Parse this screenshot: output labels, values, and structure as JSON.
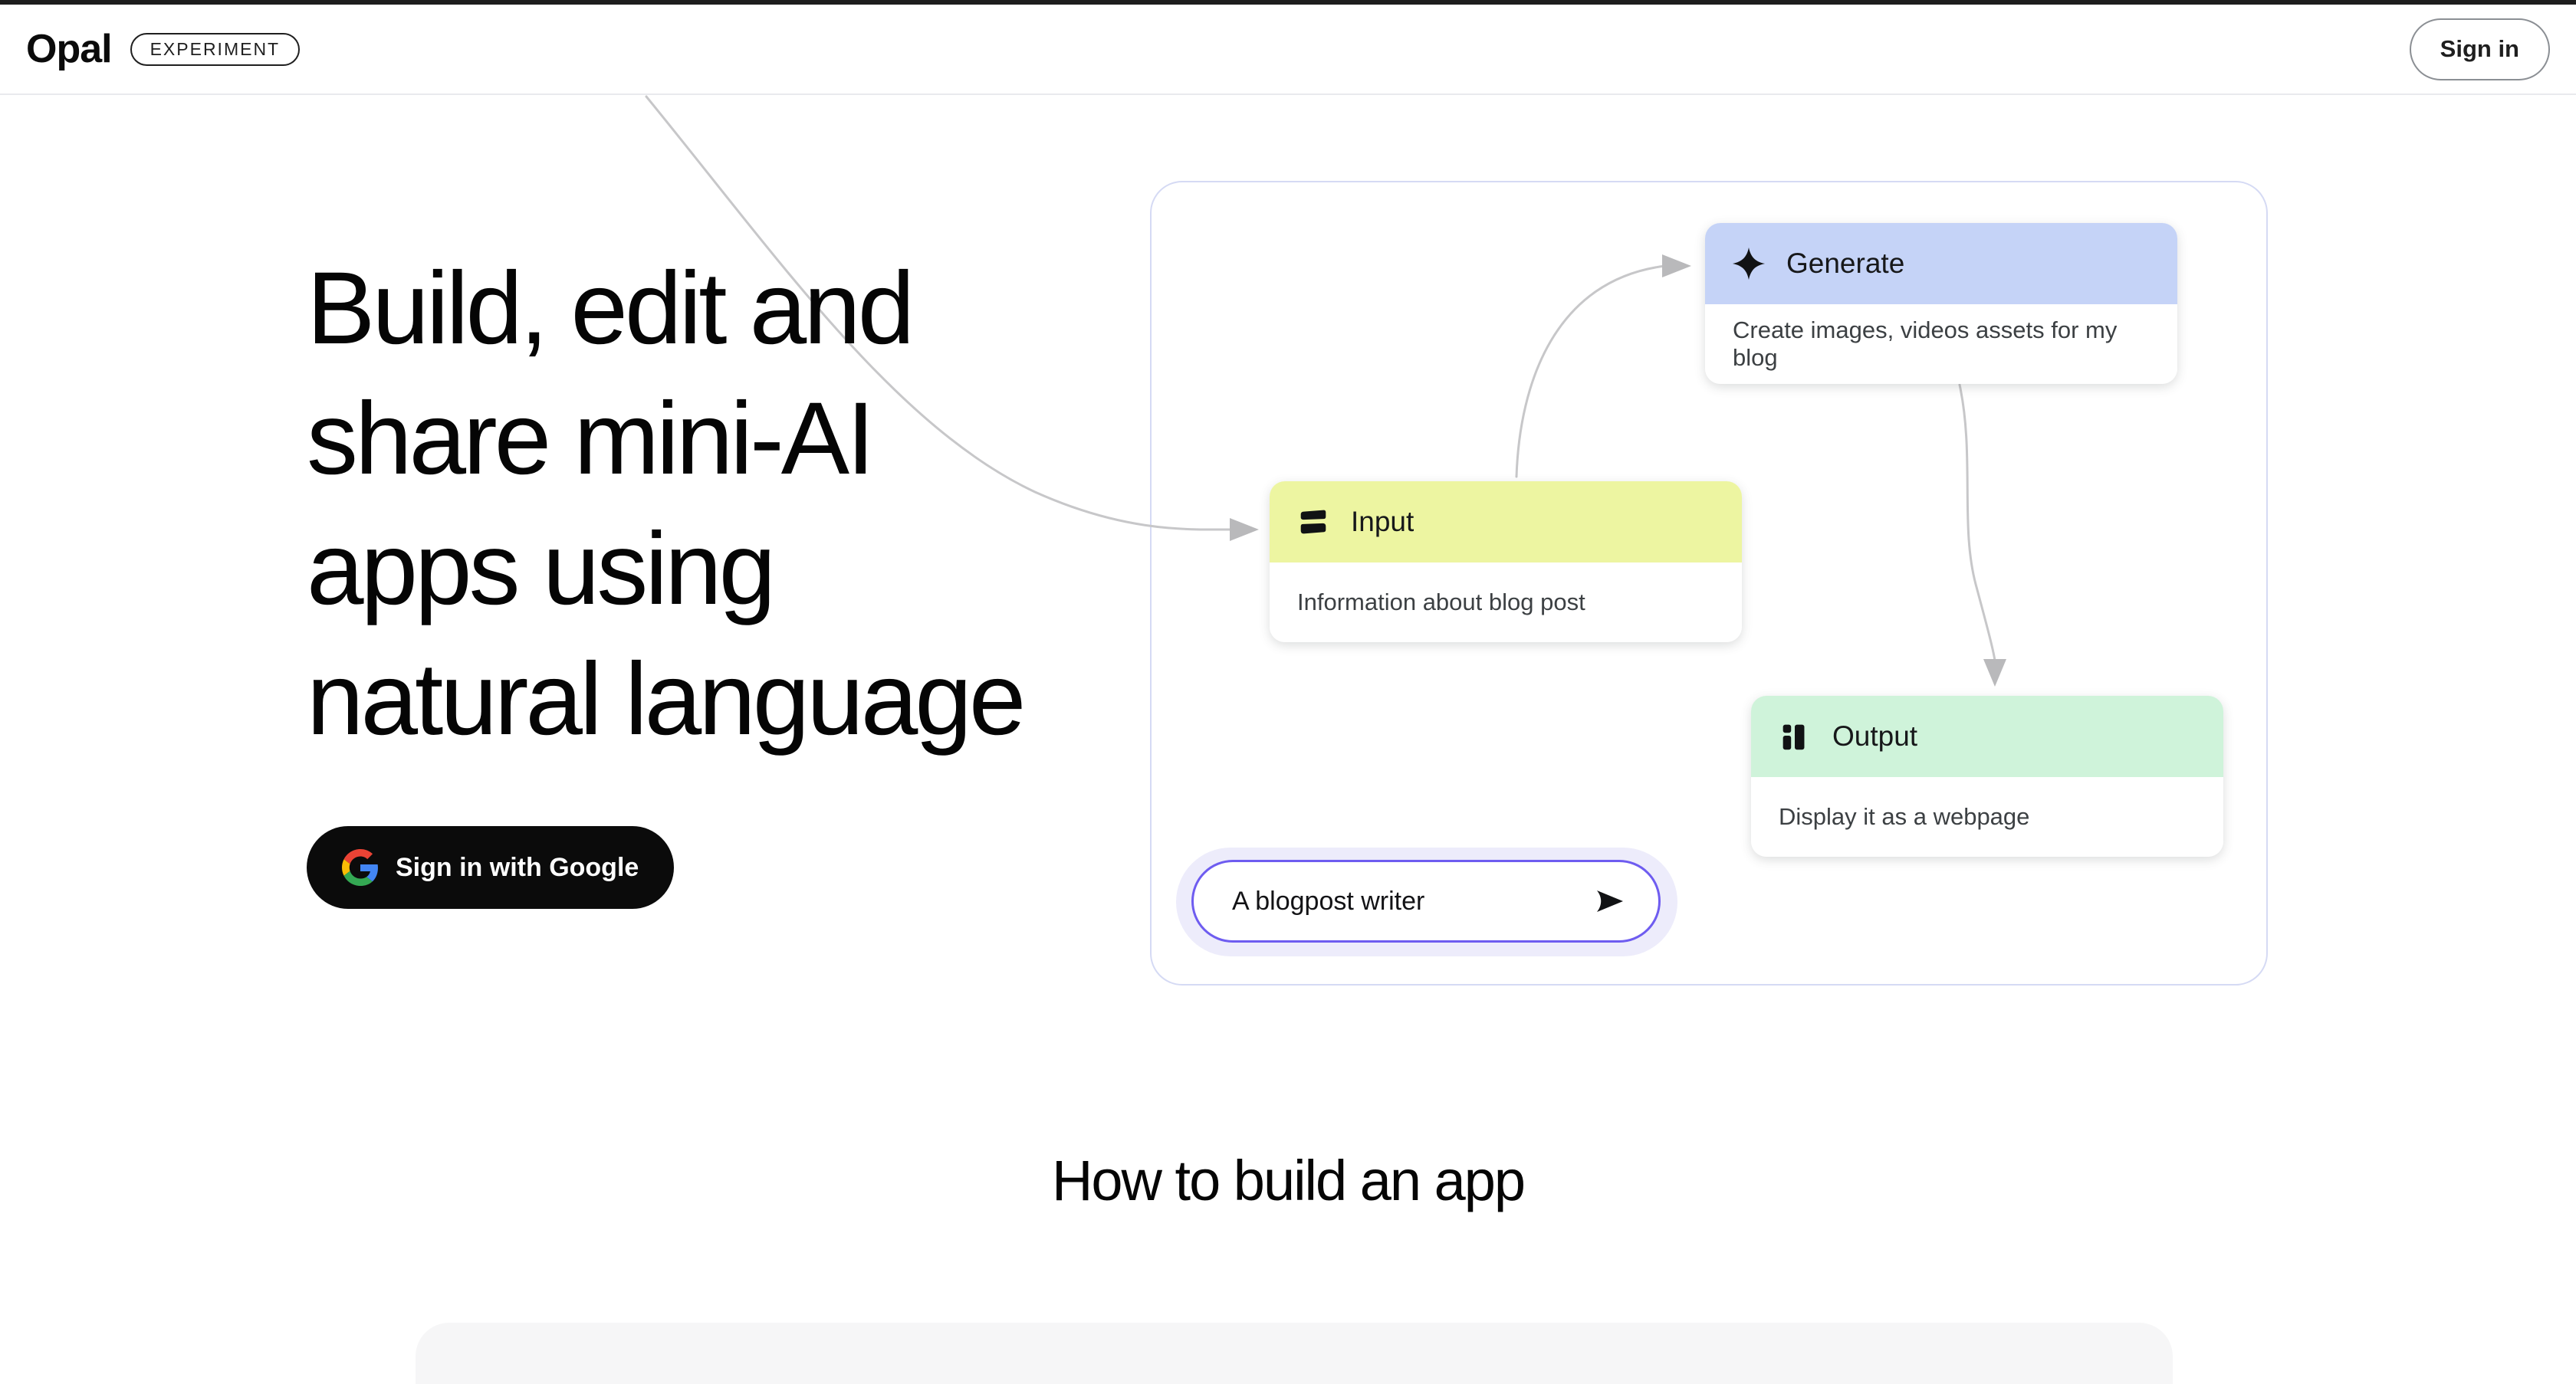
{
  "header": {
    "logo": "Opal",
    "badge": "EXPERIMENT",
    "sign_in_label": "Sign in"
  },
  "hero": {
    "lines": [
      "Build, edit and",
      "share mini-AI",
      "apps using",
      "natural language"
    ],
    "google_button_label": "Sign in with Google"
  },
  "diagram": {
    "nodes": [
      {
        "id": "generate",
        "icon": "sparkle-icon",
        "title": "Generate",
        "description": "Create images, videos assets for my blog",
        "header_color": "#c5d3f7"
      },
      {
        "id": "input",
        "icon": "input-bars-icon",
        "title": "Input",
        "description": "Information about blog post",
        "header_color": "#edf5a1"
      },
      {
        "id": "output",
        "icon": "bar-chart-icon",
        "title": "Output",
        "description": "Display it as a webpage",
        "header_color": "#cff3da"
      }
    ],
    "prompt": {
      "value": "A blogpost writer",
      "send_icon": "send-arrow-icon"
    }
  },
  "section": {
    "heading": "How to build an app"
  },
  "colors": {
    "accent_border": "#6e5cf0",
    "panel_border": "#d5daf4",
    "connector": "#c7c7c9",
    "google_button_bg": "#0b0b0b",
    "bottom_section_bg": "#f6f6f7",
    "top_strip": "#1d1d1d"
  }
}
